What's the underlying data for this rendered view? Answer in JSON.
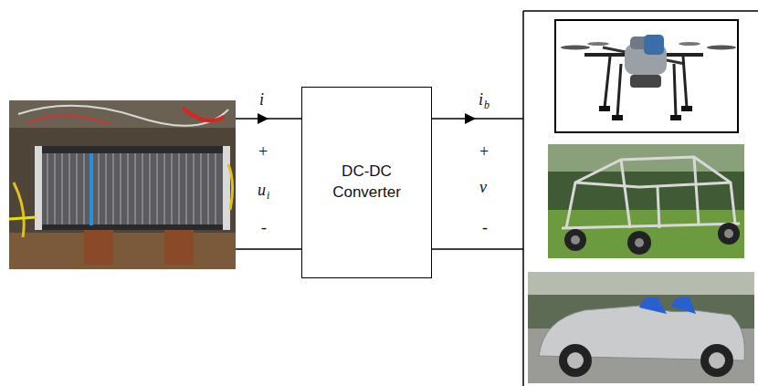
{
  "diagram": {
    "nodes": [
      {
        "text": [
          "DC-DC Converter"
        ]
      }
    ],
    "labels": [
      "i",
      "+",
      "u",
      "i",
      "-",
      "i",
      "b",
      "+",
      "v",
      "-"
    ]
  }
}
